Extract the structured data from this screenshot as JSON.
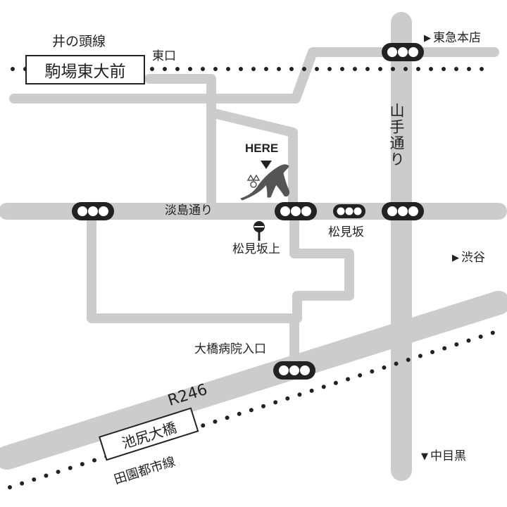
{
  "colors": {
    "road": "#cccccc",
    "ink": "#222222",
    "background": "#ffffff"
  },
  "labels": {
    "inokashira_line": "井の頭線",
    "komaba_todaimae": "駒場東大前",
    "east_exit": "東口",
    "tokyu_honten": "東急本店",
    "yamate_dori": "山手通り",
    "here": "HERE",
    "awashima_dori": "淡島通り",
    "matsumizaka": "松見坂",
    "matsumizaka_ue": "松見坂上",
    "shibuya": "渋谷",
    "ohashi_hospital_entrance": "大橋病院入口",
    "route_246": "R246",
    "ikejiri_ohashi": "池尻大橋",
    "den_en_toshi_line": "田園都市線",
    "nakameguro": "中目黒"
  },
  "icons": {
    "traffic_light": "traffic-light-icon",
    "bus_stop": "bus-stop-icon",
    "dog": "dog-icon",
    "direction_arrow": "triangle-arrow-icon"
  }
}
